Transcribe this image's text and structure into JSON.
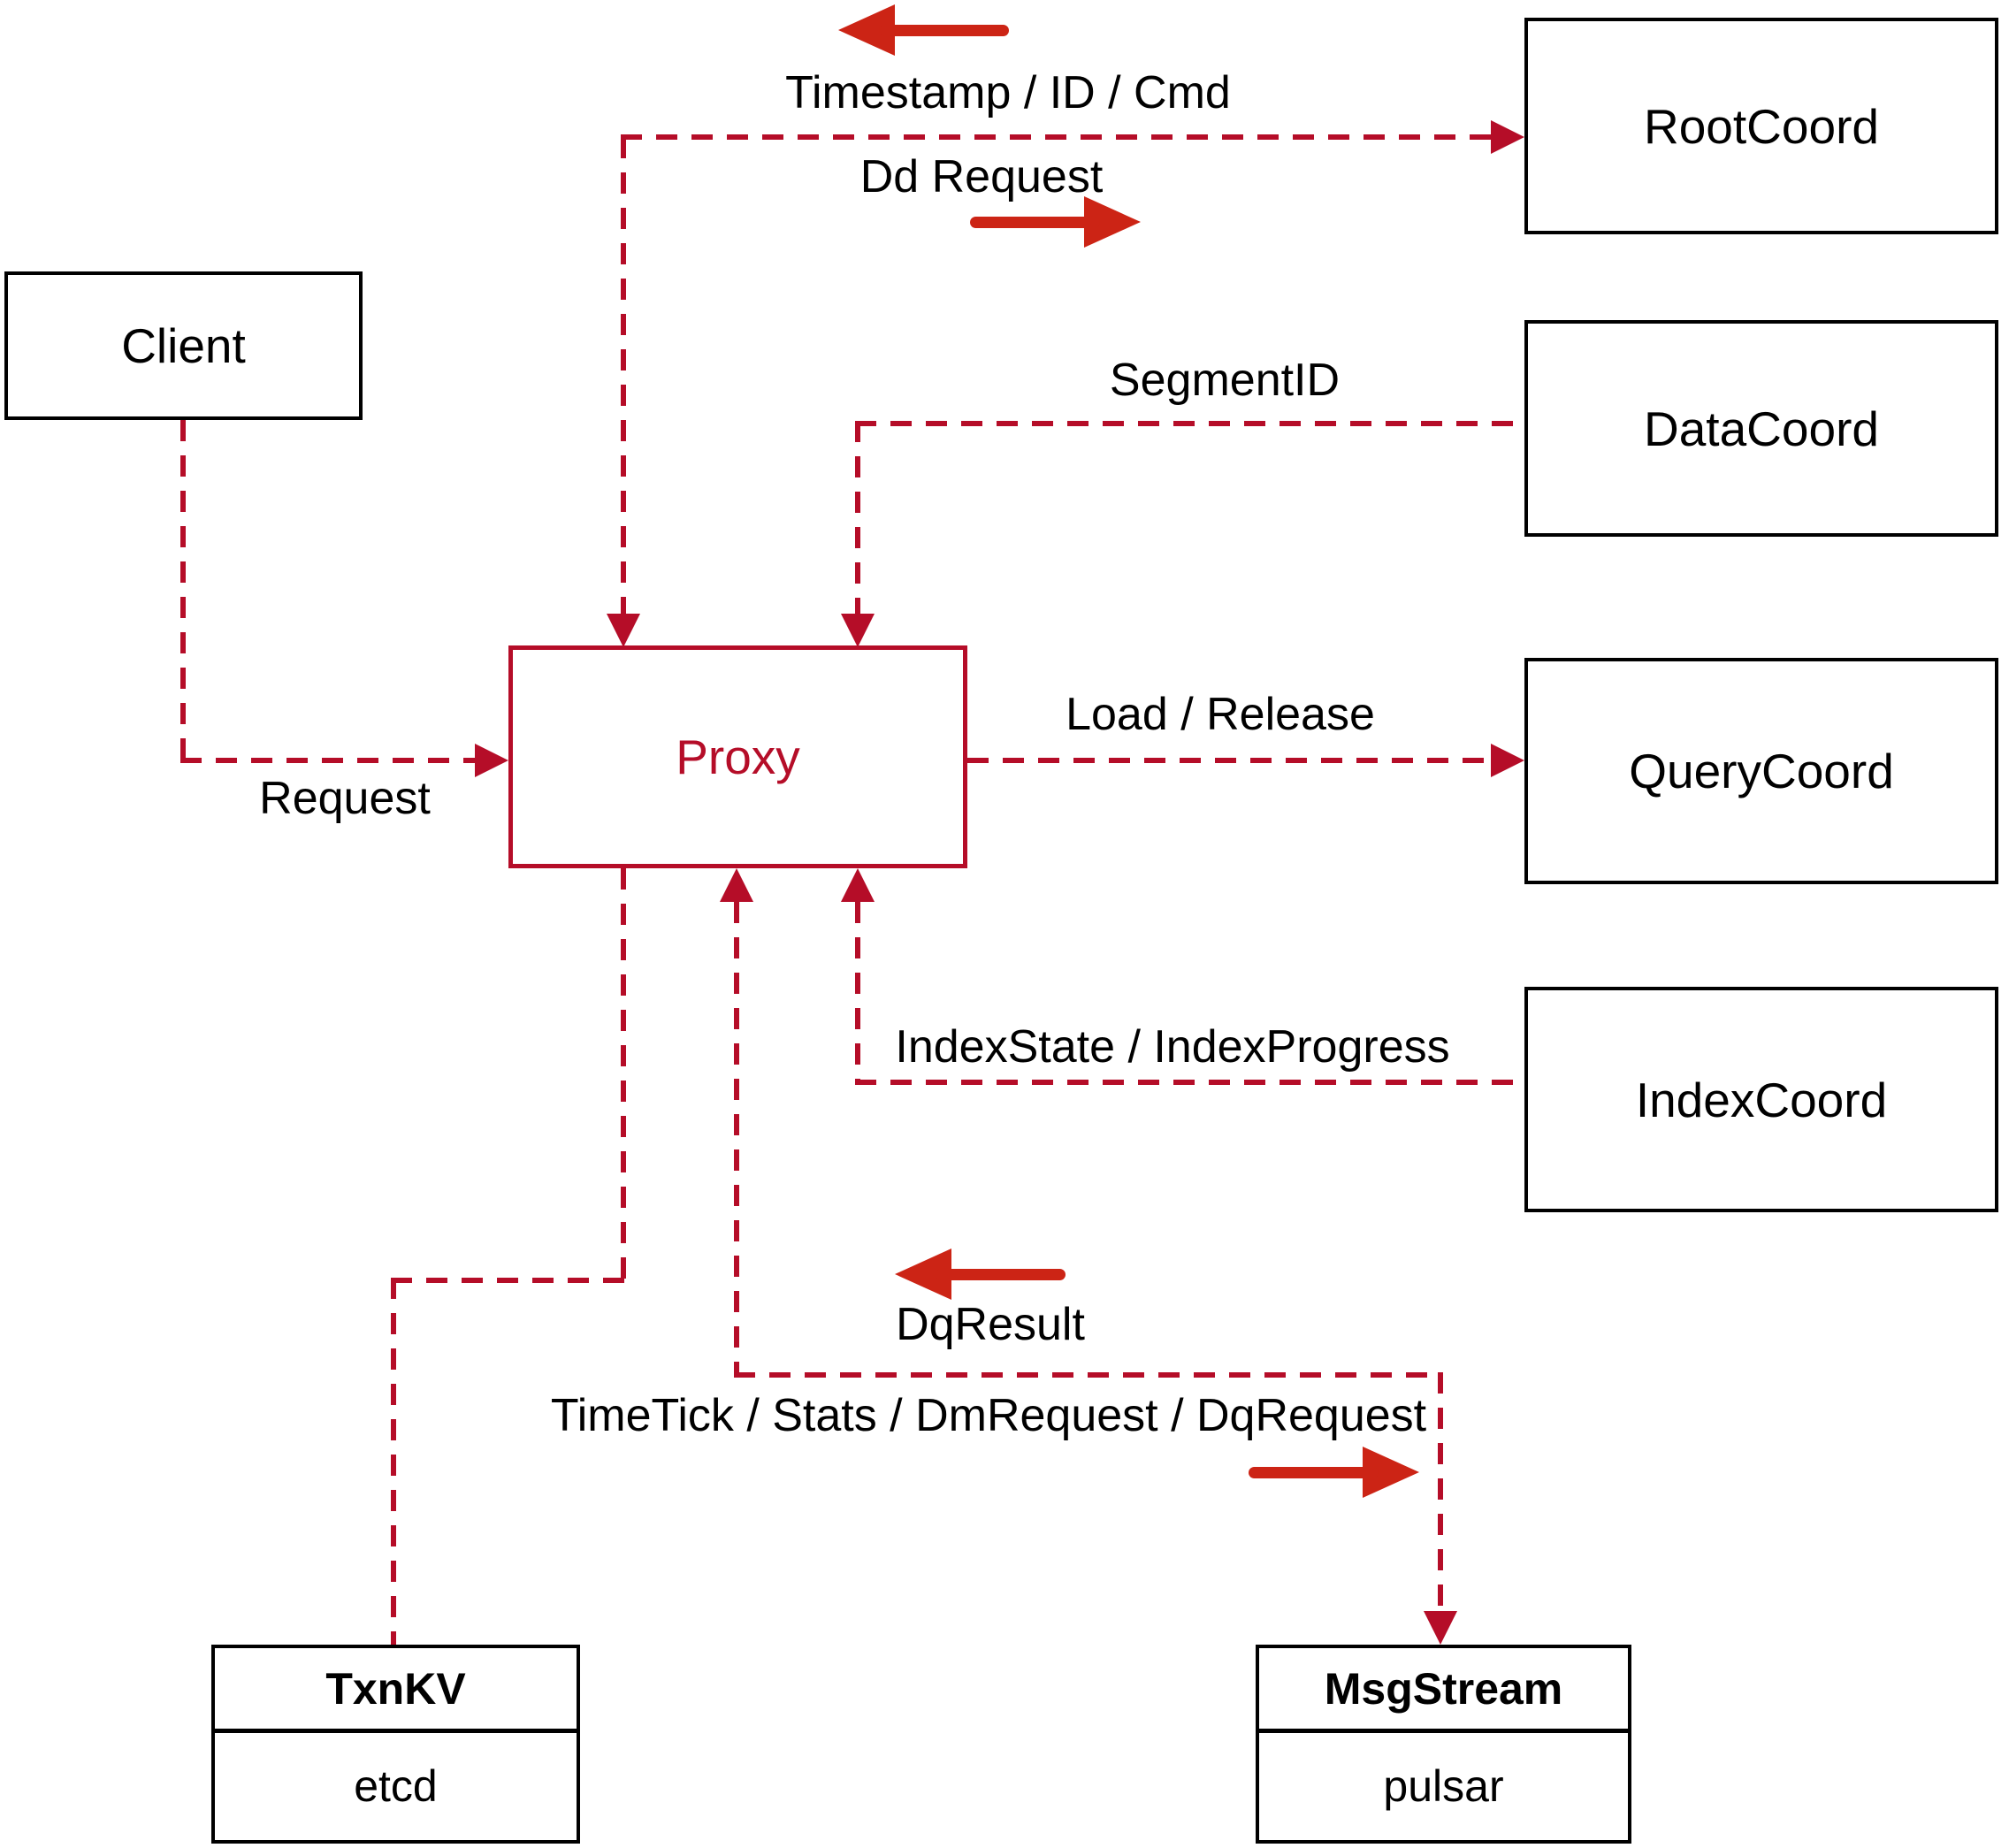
{
  "colors": {
    "crimson": "#b50d28",
    "arrow_red": "#cc2415",
    "black": "#000000",
    "background": "#ffffff"
  },
  "nodes": {
    "client": {
      "label": "Client"
    },
    "proxy": {
      "label": "Proxy"
    },
    "root_coord": {
      "label": "RootCoord"
    },
    "data_coord": {
      "label": "DataCoord"
    },
    "query_coord": {
      "label": "QueryCoord"
    },
    "index_coord": {
      "label": "IndexCoord"
    }
  },
  "tables": {
    "txn_kv": {
      "header": "TxnKV",
      "body": "etcd"
    },
    "msg_stream": {
      "header": "MsgStream",
      "body": "pulsar"
    }
  },
  "edge_labels": {
    "request": "Request",
    "timestamp_id_cmd": "Timestamp / ID / Cmd",
    "dd_request": "Dd Request",
    "segment_id": "SegmentID",
    "load_release": "Load / Release",
    "index_state_progress": "IndexState / IndexProgress",
    "dq_result": "DqResult",
    "time_tick_stats": "TimeTick / Stats / DmRequest / DqRequest"
  }
}
